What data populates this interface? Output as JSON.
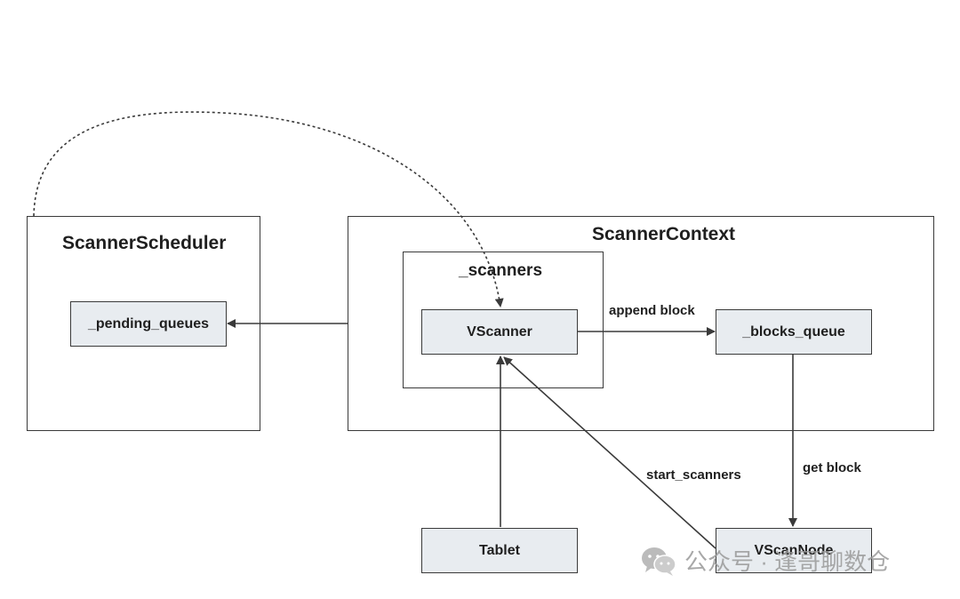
{
  "containers": {
    "scheduler": {
      "title": "ScannerScheduler"
    },
    "context": {
      "title": "ScannerContext"
    },
    "scanners": {
      "title": "_scanners"
    }
  },
  "nodes": {
    "pending_queues": "_pending_queues",
    "vscanner": "VScanner",
    "blocks_queue": "_blocks_queue",
    "tablet": "Tablet",
    "vscannode": "VScanNode"
  },
  "edges": {
    "append_block": "append block",
    "get_block": "get block",
    "start_scanners": "start_scanners"
  },
  "watermark": {
    "text": "公众号 · 逢哥聊数仓",
    "icon": "wechat-icon"
  },
  "colors": {
    "node_fill": "#e8ecf0",
    "stroke": "#3a3a3a",
    "watermark": "#9a9a9a"
  }
}
